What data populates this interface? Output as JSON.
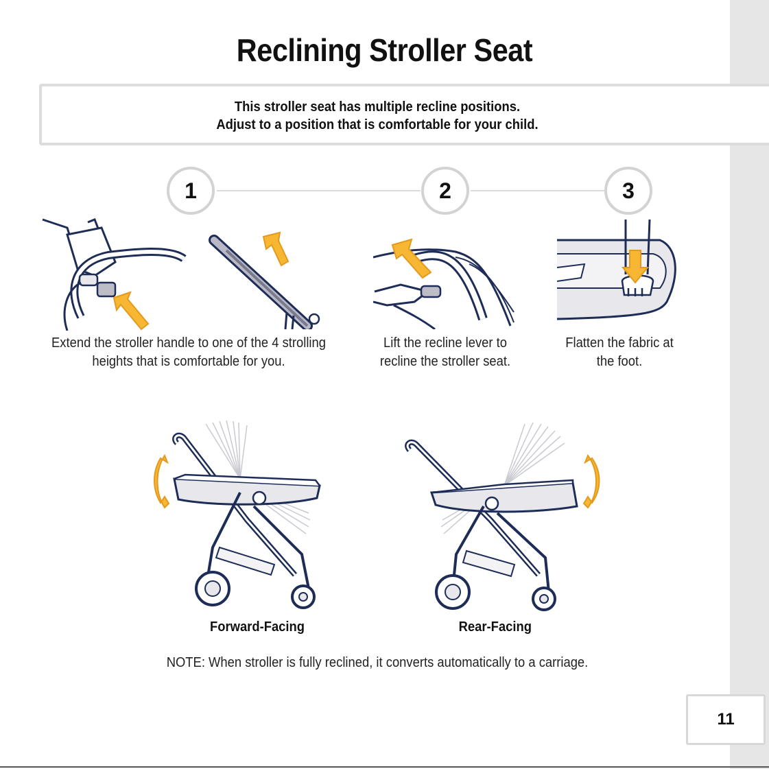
{
  "page": {
    "title": "Reclining Stroller Seat",
    "intro_lines": [
      "This stroller seat has multiple recline positions.",
      "Adjust to a position that is comfortable for your child."
    ],
    "page_number": "11"
  },
  "steps": [
    {
      "number": "1",
      "caption_lines": [
        "Extend the stroller handle to one of the 4 strolling",
        "heights that is comfortable for you."
      ]
    },
    {
      "number": "2",
      "caption_lines": [
        "Lift the recline lever to",
        "recline the stroller seat."
      ]
    },
    {
      "number": "3",
      "caption_lines": [
        "Flatten the fabric at",
        "the foot."
      ]
    }
  ],
  "facing_labels": {
    "forward": "Forward-Facing",
    "rear": "Rear-Facing"
  },
  "note": "NOTE: When stroller is fully reclined, it converts automatically to a carriage.",
  "colors": {
    "navy": "#1d2d57",
    "arrow": "#f7b733",
    "arrow_stroke": "#e39a1e",
    "gray_fill": "#e8e8ec"
  }
}
